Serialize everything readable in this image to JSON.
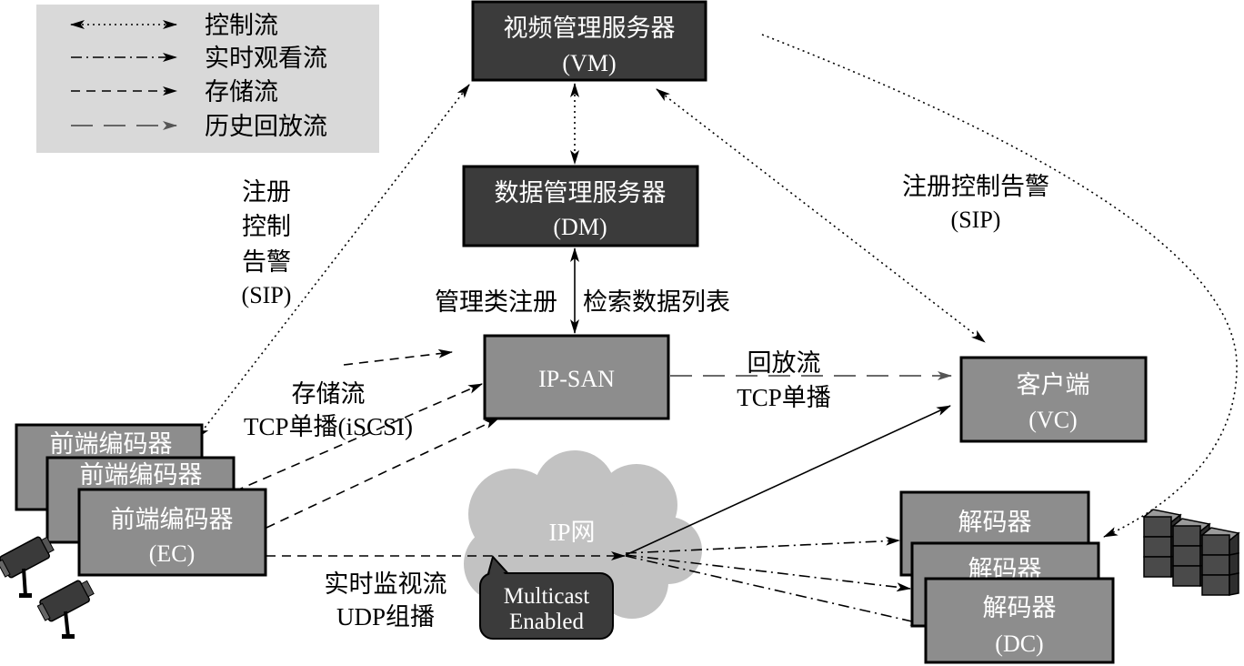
{
  "legend": {
    "items": [
      {
        "label": "控制流"
      },
      {
        "label": "实时观看流"
      },
      {
        "label": "存储流"
      },
      {
        "label": "历史回放流"
      }
    ]
  },
  "nodes": {
    "vm": {
      "name": "视频管理服务器",
      "code": "(VM)"
    },
    "dm": {
      "name": "数据管理服务器",
      "code": "(DM)"
    },
    "ipsan": {
      "name": "IP-SAN"
    },
    "vc": {
      "name": "客户端",
      "code": "(VC)"
    },
    "ec": {
      "back": "前端编码器",
      "middle": "前端编码器",
      "front": "前端编码器",
      "code": "(EC)"
    },
    "dc": {
      "back": "解码器",
      "middle": "解码器",
      "front": "解码器",
      "code": "(DC)"
    },
    "network": {
      "name": "IP网"
    },
    "multicast": {
      "line1": "Multicast",
      "line2": "Enabled"
    }
  },
  "labels": {
    "ec_sip": [
      "注册",
      "控制",
      "告警",
      "(SIP)"
    ],
    "vc_sip": {
      "line1": "注册控制告警",
      "line2": "(SIP)"
    },
    "dm_register": "管理类注册",
    "dm_query": "检索数据列表",
    "playback": {
      "line1": "回放流",
      "line2": "TCP单播"
    },
    "storage": {
      "line1": "存储流",
      "line2": "TCP单播(iSCSI)"
    },
    "live": {
      "line1": "实时监视流",
      "line2": "UDP组播"
    }
  },
  "colors": {
    "dark_box": "#3b3b3b",
    "gray_box": "#8d8d8d",
    "legend_bg": "#d9d9d9",
    "cloud": "#c2c2c2",
    "icon": "#3a3a3a"
  }
}
